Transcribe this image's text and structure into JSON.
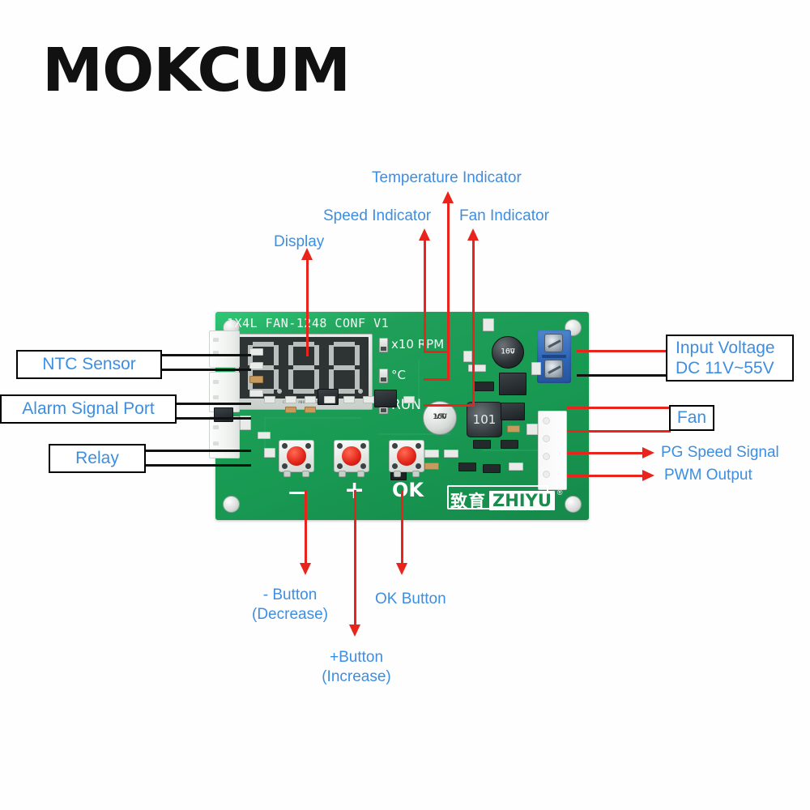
{
  "brand": {
    "logo": "MOKCUM"
  },
  "accent": {
    "blue": "#3d8ee0",
    "red": "#e8241c",
    "black": "#111111",
    "pcb_green": "#189a53",
    "terminal_blue": "#2f66b8"
  },
  "annotations": {
    "top": [
      {
        "id": "display",
        "label": "Display"
      },
      {
        "id": "speed-indicator",
        "label": "Speed Indicator"
      },
      {
        "id": "temperature-indicator",
        "label": "Temperature Indicator"
      },
      {
        "id": "fan-indicator",
        "label": "Fan Indicator"
      }
    ],
    "left": [
      {
        "id": "ntc-sensor",
        "label": "NTC Sensor"
      },
      {
        "id": "alarm-signal-port",
        "label": "Alarm Signal Port"
      },
      {
        "id": "relay",
        "label": "Relay"
      }
    ],
    "right": [
      {
        "id": "input-voltage",
        "label_line1": "Input Voltage",
        "label_line2": "DC 11V~55V"
      },
      {
        "id": "fan",
        "label": "Fan"
      },
      {
        "id": "pg-speed-signal",
        "label": "PG Speed Signal"
      },
      {
        "id": "pwm-output",
        "label": "PWM Output"
      }
    ],
    "bottom": [
      {
        "id": "minus-button",
        "line1": "- Button",
        "line2": "(Decrease)"
      },
      {
        "id": "plus-button",
        "line1": "+Button",
        "line2": "(Increase)"
      },
      {
        "id": "ok-button",
        "line1": "OK Button",
        "line2": ""
      }
    ]
  },
  "board": {
    "silkscreen_title": "1X4L FAN-1248 CONF V1",
    "display": {
      "digits": [
        "8",
        "8",
        "8"
      ],
      "footer_text": "COMMON ANODE 0.36IN"
    },
    "leds": [
      {
        "id": "rpm",
        "label": "x10 RPM"
      },
      {
        "id": "celsius",
        "label": "°C"
      },
      {
        "id": "run",
        "label": "RUN"
      }
    ],
    "buttons": [
      {
        "id": "minus",
        "silk": "—"
      },
      {
        "id": "plus",
        "silk": "+"
      },
      {
        "id": "ok",
        "silk": "OK"
      }
    ],
    "components": {
      "cap_left_text": "100\n16V\nVT",
      "cap_left_l1": "100",
      "cap_left_l2": "16V",
      "cap_left_l3": "VT",
      "cap_right_l1": "100",
      "cap_right_l2": "16V",
      "inductor_marking": "101"
    },
    "vendor": {
      "cn": "致育",
      "en": "ZHIYU",
      "reg": "®"
    }
  }
}
